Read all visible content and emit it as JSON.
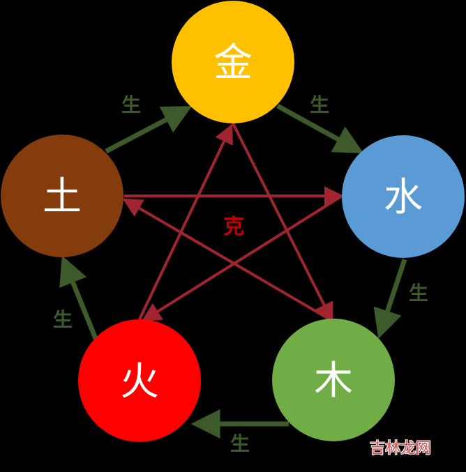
{
  "colors": {
    "background": "#000000",
    "sheng_arrow": "#3d5a2a",
    "ke_arrow": "#a02530",
    "ke_text": "#c00000",
    "label_text": "#ffffff"
  },
  "elements": [
    {
      "id": "metal",
      "label": "金",
      "color": "#ffc000"
    },
    {
      "id": "water",
      "label": "水",
      "color": "#5b9bd5"
    },
    {
      "id": "wood",
      "label": "木",
      "color": "#70ad47"
    },
    {
      "id": "fire",
      "label": "火",
      "color": "#ff0000"
    },
    {
      "id": "earth",
      "label": "土",
      "color": "#843c0c"
    }
  ],
  "sheng_cycle": [
    {
      "from": "metal",
      "to": "water",
      "label": "生"
    },
    {
      "from": "water",
      "to": "wood",
      "label": "生"
    },
    {
      "from": "wood",
      "to": "fire",
      "label": "生"
    },
    {
      "from": "fire",
      "to": "earth",
      "label": "生"
    },
    {
      "from": "earth",
      "to": "metal",
      "label": "生"
    }
  ],
  "ke_cycle": [
    {
      "from": "metal",
      "to": "wood"
    },
    {
      "from": "wood",
      "to": "earth"
    },
    {
      "from": "earth",
      "to": "water"
    },
    {
      "from": "water",
      "to": "fire"
    },
    {
      "from": "fire",
      "to": "metal"
    }
  ],
  "ke_label": "克",
  "watermark": "吉林龙网"
}
